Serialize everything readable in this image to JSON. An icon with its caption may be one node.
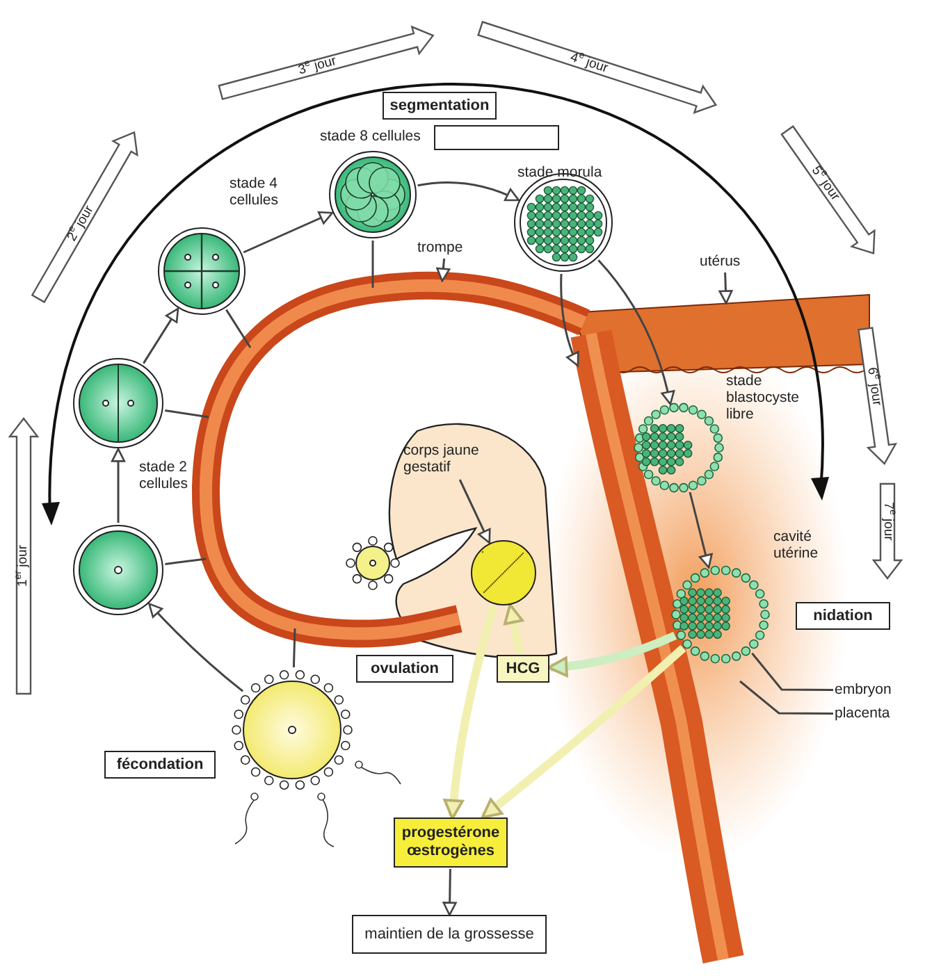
{
  "diagram": {
    "nodes": [
      {
        "text": [
          "1$^{er}$ jour"
        ]
      },
      {
        "text": [
          "2$^{e}$ jour"
        ]
      },
      {
        "text": [
          "3$^{e}$ jour"
        ]
      },
      {
        "text": [
          "4$^{e}$ jour"
        ]
      },
      {
        "text": [
          "5$^{e}$ jour"
        ]
      },
      {
        "text": [
          "6$^{e}$ jour"
        ]
      },
      {
        "text": [
          "7$^{e}$ jour"
        ]
      },
      {
        "text": [
          "segmentation"
        ]
      },
      {
        "text": [],
        "shape": "box"
      },
      {
        "text": [
          "stade 4 cellules"
        ]
      },
      {
        "text": [
          "stade 8 cellules"
        ]
      },
      {
        "text": [
          "stade morula"
        ]
      },
      {
        "text": [
          "trompe"
        ]
      },
      {
        "text": [
          "utérus"
        ]
      },
      {
        "text": [
          "stade 2 cellules"
        ]
      },
      {
        "text": [
          "stade blastocyste libre"
        ]
      },
      {
        "text": [],
        "shape": "circle"
      },
      {
        "text": [
          "corps jaune gestatif"
        ]
      },
      {
        "text": [],
        "shape": "circle"
      },
      {
        "text": [],
        "shape": "circle"
      },
      {
        "text": [],
        "shape": "circle"
      },
      {
        "text": [
          "nidation"
        ]
      },
      {
        "text": [
          "ovulation"
        ]
      },
      {
        "text": [
          "HCG"
        ]
      },
      {
        "text": [
          "embryon"
        ]
      },
      {
        "text": [
          "placenta"
        ]
      },
      {
        "text": [],
        "shape": "circle"
      },
      {
        "text": [
          "fécondation"
        ]
      },
      {
        "text": [
          "progestérone œstrogènes"
        ]
      },
      {
        "text": [
          "maintien de la grossesse"
        ]
      }
    ],
    "edges": [
      {
        "from": 26,
        "to": 16,
        "arrow": "to"
      },
      {
        "from": 16,
        "to": 14,
        "arrow": "to"
      },
      {
        "from": 14,
        "to": 9,
        "arrow": "to"
      },
      {
        "from": 9,
        "to": 10,
        "arrow": "to"
      },
      {
        "from": 10,
        "to": 11,
        "arrow": "to"
      },
      {
        "from": 11,
        "to": null,
        "arrow": "to"
      },
      {
        "from": 11,
        "to": 15,
        "arrow": "to"
      },
      {
        "from": 15,
        "to": 20,
        "arrow": "to"
      },
      {
        "from": 17,
        "to": 18,
        "arrow": "to"
      },
      {
        "from": 12,
        "to": null,
        "arrow": "to"
      },
      {
        "from": 13,
        "to": null,
        "arrow": "to"
      },
      {
        "from": 24,
        "to": 20,
        "arrow": "none"
      },
      {
        "from": 25,
        "to": null,
        "arrow": "none"
      },
      {
        "from": 20,
        "to": 23,
        "arrow": "to",
        "style": "thick",
        "color": "#cdeec0"
      },
      {
        "from": 23,
        "to": 18,
        "arrow": "to",
        "style": "thick",
        "color": "#f2f0b0"
      },
      {
        "from": 18,
        "to": 28,
        "arrow": "to",
        "style": "thick",
        "color": "#f2f0b0"
      },
      {
        "from": 20,
        "to": 28,
        "arrow": "to",
        "style": "thick",
        "color": "#f2f0b0"
      },
      {
        "from": 28,
        "to": 29,
        "arrow": "to"
      },
      {
        "from": 14,
        "to": null,
        "arrow": "none"
      },
      {
        "from": 16,
        "to": null,
        "arrow": "none"
      },
      {
        "from": 9,
        "to": null,
        "arrow": "none"
      },
      {
        "from": 10,
        "to": null,
        "arrow": "none"
      },
      {
        "from": 26,
        "to": null,
        "arrow": "none"
      }
    ],
    "labels": [
      "cavité utérine"
    ]
  }
}
